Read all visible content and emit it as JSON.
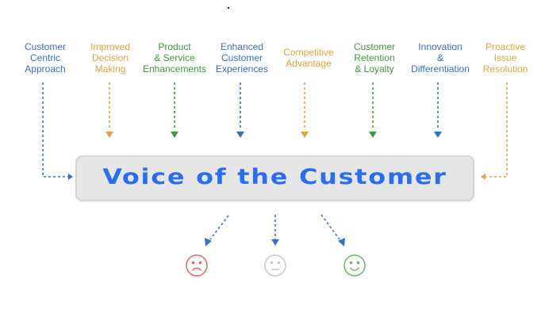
{
  "title": "Voice of the Customer",
  "colors": {
    "blue": "#3a6fc4",
    "orange": "#e6a23c",
    "green": "#3f9a3a",
    "title_blue": "#2a6ef0",
    "sad": "#e06666",
    "neutral": "#c8c8c8",
    "happy": "#5cbf5c"
  },
  "benefits": [
    {
      "label": "Customer\nCentric\nApproach",
      "color": "blue"
    },
    {
      "label": "Improved\nDecision\nMaking",
      "color": "orange"
    },
    {
      "label": "Product\n& Service\nEnhancements",
      "color": "green"
    },
    {
      "label": "Enhanced\nCustomer\nExperiences",
      "color": "blue"
    },
    {
      "label": "Competitive\nAdvantage",
      "color": "orange"
    },
    {
      "label": "Customer\nRetention\n& Loyalty",
      "color": "green"
    },
    {
      "label": "Innovation\n&\nDifferentiation",
      "color": "blue"
    },
    {
      "label": "Proactive\nIssue\nResolution",
      "color": "orange"
    }
  ],
  "sentiments": [
    {
      "icon": "sad-face-icon",
      "mood": "negative"
    },
    {
      "icon": "neutral-face-icon",
      "mood": "neutral"
    },
    {
      "icon": "happy-face-icon",
      "mood": "positive"
    }
  ]
}
